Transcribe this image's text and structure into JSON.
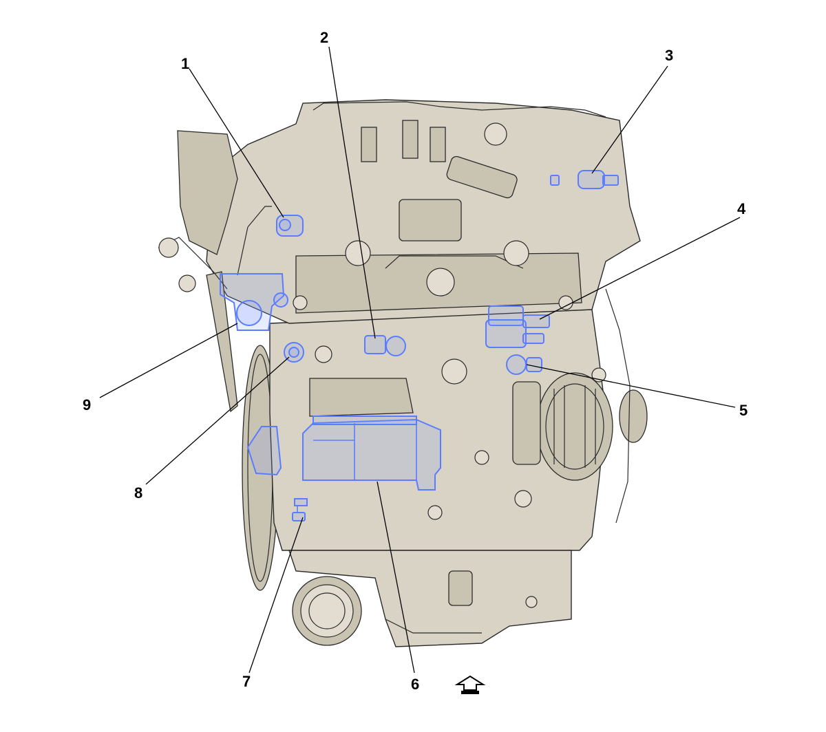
{
  "callouts": [
    {
      "label": "1"
    },
    {
      "label": "2"
    },
    {
      "label": "3"
    },
    {
      "label": "4"
    },
    {
      "label": "5"
    },
    {
      "label": "6"
    },
    {
      "label": "7"
    },
    {
      "label": "8"
    },
    {
      "label": "9"
    }
  ],
  "front_arrow_icon": "arrow-up-icon",
  "colors": {
    "engine_fill": "#d8d3c4",
    "outline": "#2a2a2a",
    "highlight": "#5b7cff",
    "label": "#000000"
  }
}
